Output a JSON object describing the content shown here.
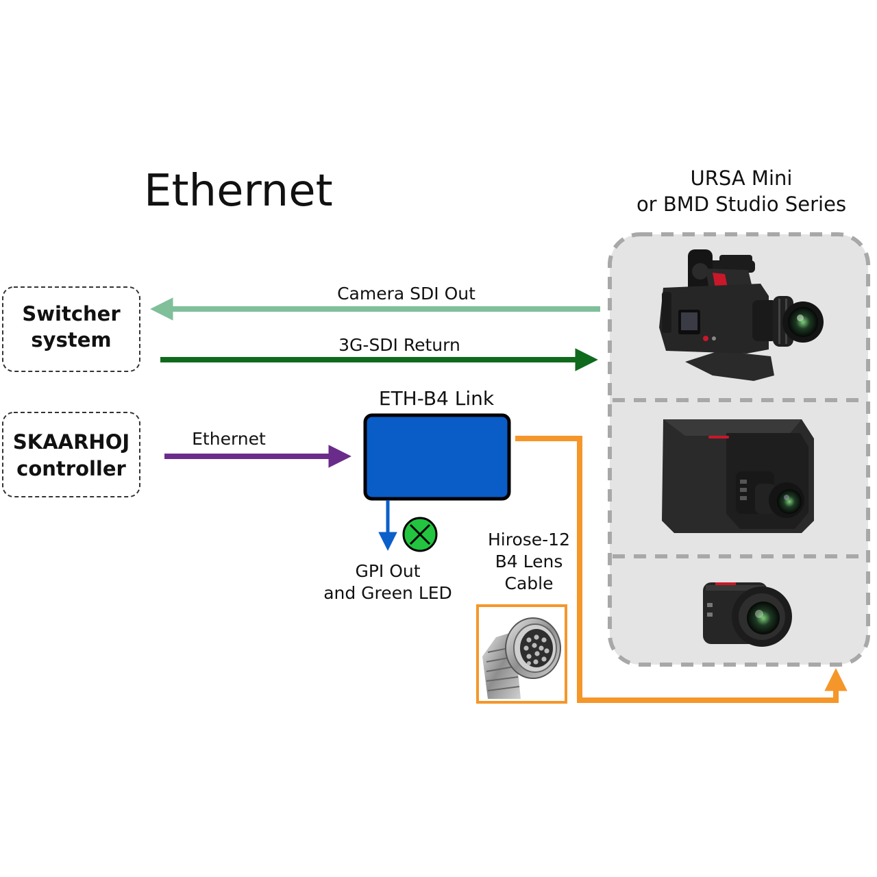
{
  "title": "Ethernet",
  "camera_group": {
    "label_line1": "URSA Mini",
    "label_line2": "or BMD Studio Series"
  },
  "nodes": {
    "switcher": {
      "line1": "Switcher",
      "line2": "system"
    },
    "controller": {
      "line1": "SKAARHOJ",
      "line2": "controller"
    },
    "eth_b4_link": {
      "label": "ETH-B4 Link",
      "fill": "#0a5cc7"
    }
  },
  "connections": {
    "camera_sdi_out": {
      "label": "Camera SDI Out",
      "color": "#7fbf9a"
    },
    "sdi_return": {
      "label": "3G-SDI Return",
      "color": "#0f6a1e"
    },
    "ethernet": {
      "label": "Ethernet",
      "color": "#6a2c8a"
    },
    "gpi": {
      "line1": "GPI Out",
      "line2": "and Green LED",
      "color": "#0b5fc9",
      "led_color": "#22c440"
    },
    "lens_cable": {
      "line1": "Hirose-12",
      "line2": "B4 Lens",
      "line3": "Cable",
      "color": "#f5962a"
    }
  },
  "icons": [
    "ursa-mini-camera-icon",
    "studio-camera-icon",
    "micro-camera-icon",
    "hirose-connector-icon",
    "green-led-icon"
  ]
}
